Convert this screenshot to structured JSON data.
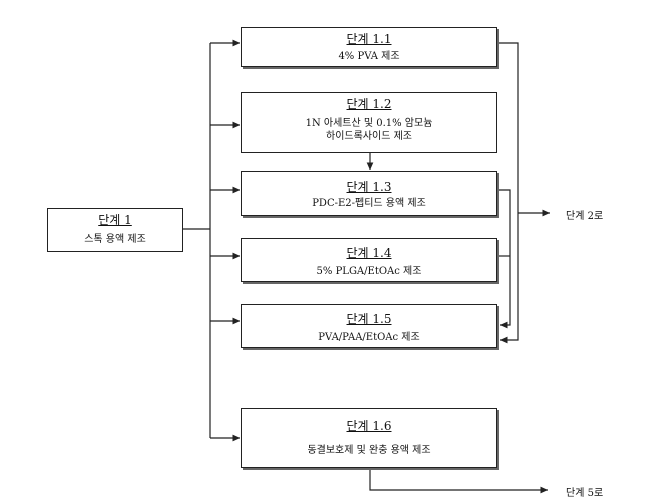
{
  "start": {
    "title": "단계 1",
    "desc": "스톡 용액 제조"
  },
  "steps": [
    {
      "title": "단계 1.1",
      "desc": [
        "4% PVA 제조"
      ]
    },
    {
      "title": "단계 1.2",
      "desc": [
        "1N 아세트산 및 0.1% 암모늄",
        "하이드록사이드 제조"
      ]
    },
    {
      "title": "단계 1.3",
      "desc": [
        "PDC-E2-펩티드 용액 제조"
      ]
    },
    {
      "title": "단계 1.4",
      "desc": [
        "5% PLGA/EtOAc 제조"
      ]
    },
    {
      "title": "단계 1.5",
      "desc": [
        "PVA/PAA/EtOAc 제조"
      ]
    },
    {
      "title": "단계 1.6",
      "desc": [
        "동결보호제 및 완충 용액 제조"
      ]
    }
  ],
  "outputs": {
    "to_step2": "단계 2로",
    "to_step5": "단계 5로"
  }
}
